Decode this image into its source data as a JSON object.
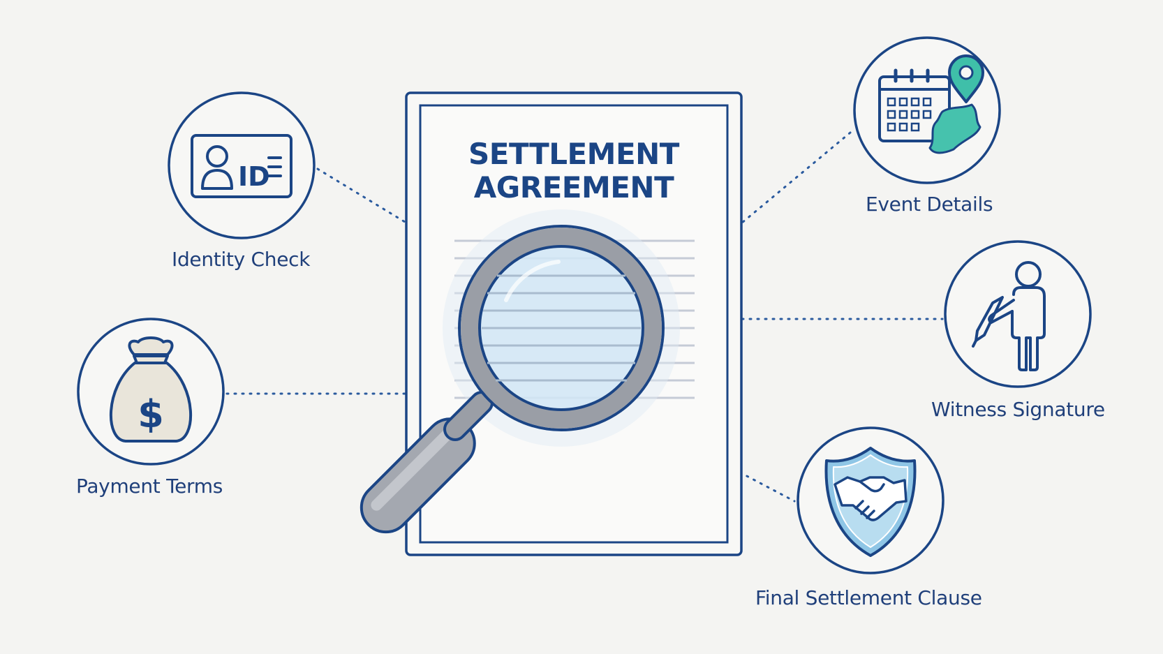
{
  "document": {
    "title_line1": "SETTLEMENT",
    "title_line2": "AGREEMENT"
  },
  "items": {
    "identity_check": {
      "label": "Identity Check",
      "icon": "id-card-icon",
      "badge_text": "ID"
    },
    "payment_terms": {
      "label": "Payment Terms",
      "icon": "money-bag-icon",
      "badge_text": "$"
    },
    "event_details": {
      "label": "Event Details",
      "icon": "calendar-map-pin-icon"
    },
    "witness_signature": {
      "label": "Witness Signature",
      "icon": "person-signing-icon"
    },
    "final_settlement_clause": {
      "label": "Final Settlement Clause",
      "icon": "shield-handshake-icon"
    }
  },
  "colors": {
    "background": "#f4f4f2",
    "primary_blue": "#1b4585",
    "dotted_line": "#2a5a9e",
    "lens_fill": "#cfe6f5",
    "magnifier_gray": "#9a9ea6",
    "teal_accent": "#3fbfa9",
    "shield_fill": "#8fc6e6"
  }
}
